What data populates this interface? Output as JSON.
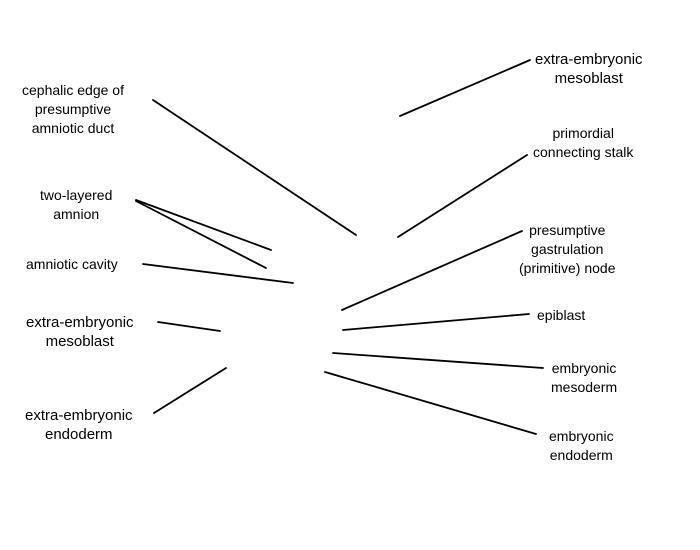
{
  "labels": {
    "cephalic_edge": [
      "cephalic edge of",
      "presumptive",
      "amniotic duct"
    ],
    "two_layered_amnion": [
      "two-layered",
      "amnion"
    ],
    "amniotic_cavity": [
      "amniotic cavity"
    ],
    "extra_embryonic_mesoblast_left": [
      "extra-embryonic",
      "mesoblast"
    ],
    "extra_embryonic_endoderm": [
      "extra-embryonic",
      "endoderm"
    ],
    "extra_embryonic_mesoblast_right": [
      "extra-embryonic",
      "mesoblast"
    ],
    "primordial_connecting_stalk": [
      "primordial",
      "connecting stalk"
    ],
    "gastrulation_node": [
      "presumptive",
      "gastrulation",
      "(primitive) node"
    ],
    "epiblast": [
      "epiblast"
    ],
    "embryonic_mesoderm": [
      "embryonic",
      "mesoderm"
    ],
    "embryonic_endoderm": [
      "embryonic",
      "endoderm"
    ]
  },
  "colors": {
    "background": "#ffffff",
    "line": "#000000",
    "text": "#000000"
  }
}
